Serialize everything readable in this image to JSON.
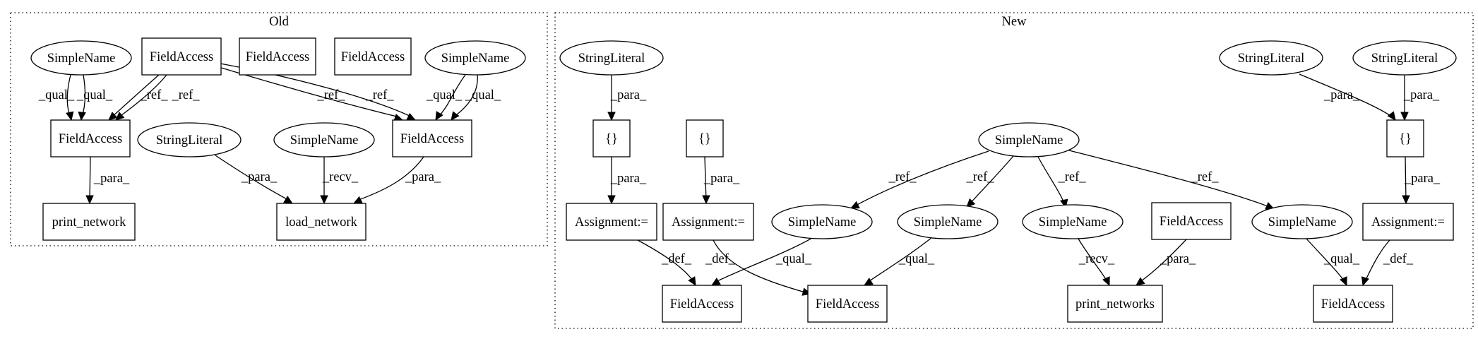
{
  "clusters": [
    {
      "id": "old",
      "label": "Old"
    },
    {
      "id": "new",
      "label": "New"
    }
  ],
  "nodes": [
    {
      "id": "o_sn1",
      "label": "SimpleName"
    },
    {
      "id": "o_fa_top",
      "label": "FieldAccess"
    },
    {
      "id": "o_fa_lone1",
      "label": "FieldAccess"
    },
    {
      "id": "o_fa_lone2",
      "label": "FieldAccess"
    },
    {
      "id": "o_sn2",
      "label": "SimpleName"
    },
    {
      "id": "o_fa_left",
      "label": "FieldAccess"
    },
    {
      "id": "o_sl",
      "label": "StringLiteral"
    },
    {
      "id": "o_sn3",
      "label": "SimpleName"
    },
    {
      "id": "o_fa_right",
      "label": "FieldAccess"
    },
    {
      "id": "o_print",
      "label": "print_network"
    },
    {
      "id": "o_load",
      "label": "load_network"
    },
    {
      "id": "n_sl1",
      "label": "StringLiteral"
    },
    {
      "id": "n_sl2",
      "label": "StringLiteral"
    },
    {
      "id": "n_sl3",
      "label": "StringLiteral"
    },
    {
      "id": "n_br1",
      "label": "{}"
    },
    {
      "id": "n_br2",
      "label": "{}"
    },
    {
      "id": "n_br3",
      "label": "{}"
    },
    {
      "id": "n_sn_top",
      "label": "SimpleName"
    },
    {
      "id": "n_as1",
      "label": "Assignment:="
    },
    {
      "id": "n_as2",
      "label": "Assignment:="
    },
    {
      "id": "n_as3",
      "label": "Assignment:="
    },
    {
      "id": "n_sn_a",
      "label": "SimpleName"
    },
    {
      "id": "n_sn_b",
      "label": "SimpleName"
    },
    {
      "id": "n_sn_c",
      "label": "SimpleName"
    },
    {
      "id": "n_fa_mid",
      "label": "FieldAccess"
    },
    {
      "id": "n_sn_d",
      "label": "SimpleName"
    },
    {
      "id": "n_fa1",
      "label": "FieldAccess"
    },
    {
      "id": "n_fa2",
      "label": "FieldAccess"
    },
    {
      "id": "n_print",
      "label": "print_networks"
    },
    {
      "id": "n_fa3",
      "label": "FieldAccess"
    }
  ],
  "edges": [
    {
      "from": "o_sn1",
      "to": "o_fa_left",
      "label": "_qual_"
    },
    {
      "from": "o_sn1",
      "to": "o_fa_left",
      "label": "_qual_"
    },
    {
      "from": "o_fa_top",
      "to": "o_fa_left",
      "label": "_ref_"
    },
    {
      "from": "o_fa_top",
      "to": "o_fa_left",
      "label": "_ref_"
    },
    {
      "from": "o_fa_top",
      "to": "o_fa_right",
      "label": "_ref_"
    },
    {
      "from": "o_fa_top",
      "to": "o_fa_right",
      "label": "_ref_"
    },
    {
      "from": "o_sn2",
      "to": "o_fa_right",
      "label": "_qual_"
    },
    {
      "from": "o_sn2",
      "to": "o_fa_right",
      "label": "_qual_"
    },
    {
      "from": "o_fa_left",
      "to": "o_print",
      "label": "_para_"
    },
    {
      "from": "o_sl",
      "to": "o_load",
      "label": "_para_"
    },
    {
      "from": "o_sn3",
      "to": "o_load",
      "label": "_recv_"
    },
    {
      "from": "o_fa_right",
      "to": "o_load",
      "label": "_para_"
    },
    {
      "from": "n_sl1",
      "to": "n_br1",
      "label": "_para_"
    },
    {
      "from": "n_br1",
      "to": "n_as1",
      "label": "_para_"
    },
    {
      "from": "n_br2",
      "to": "n_as2",
      "label": "_para_"
    },
    {
      "from": "n_sl2",
      "to": "n_br3",
      "label": "_para_"
    },
    {
      "from": "n_sl3",
      "to": "n_br3",
      "label": "_para_"
    },
    {
      "from": "n_br3",
      "to": "n_as3",
      "label": "_para_"
    },
    {
      "from": "n_sn_top",
      "to": "n_sn_a",
      "label": "_ref_"
    },
    {
      "from": "n_sn_top",
      "to": "n_sn_b",
      "label": "_ref_"
    },
    {
      "from": "n_sn_top",
      "to": "n_sn_c",
      "label": "_ref_"
    },
    {
      "from": "n_sn_top",
      "to": "n_sn_d",
      "label": "_ref_"
    },
    {
      "from": "n_as1",
      "to": "n_fa1",
      "label": "_def_"
    },
    {
      "from": "n_as2",
      "to": "n_fa2",
      "label": "_def_"
    },
    {
      "from": "n_sn_a",
      "to": "n_fa1",
      "label": "_qual_"
    },
    {
      "from": "n_sn_b",
      "to": "n_fa2",
      "label": "_qual_"
    },
    {
      "from": "n_sn_c",
      "to": "n_print",
      "label": "_recv_"
    },
    {
      "from": "n_fa_mid",
      "to": "n_print",
      "label": "_para_"
    },
    {
      "from": "n_sn_d",
      "to": "n_fa3",
      "label": "_qual_"
    },
    {
      "from": "n_as3",
      "to": "n_fa3",
      "label": "_def_"
    }
  ]
}
